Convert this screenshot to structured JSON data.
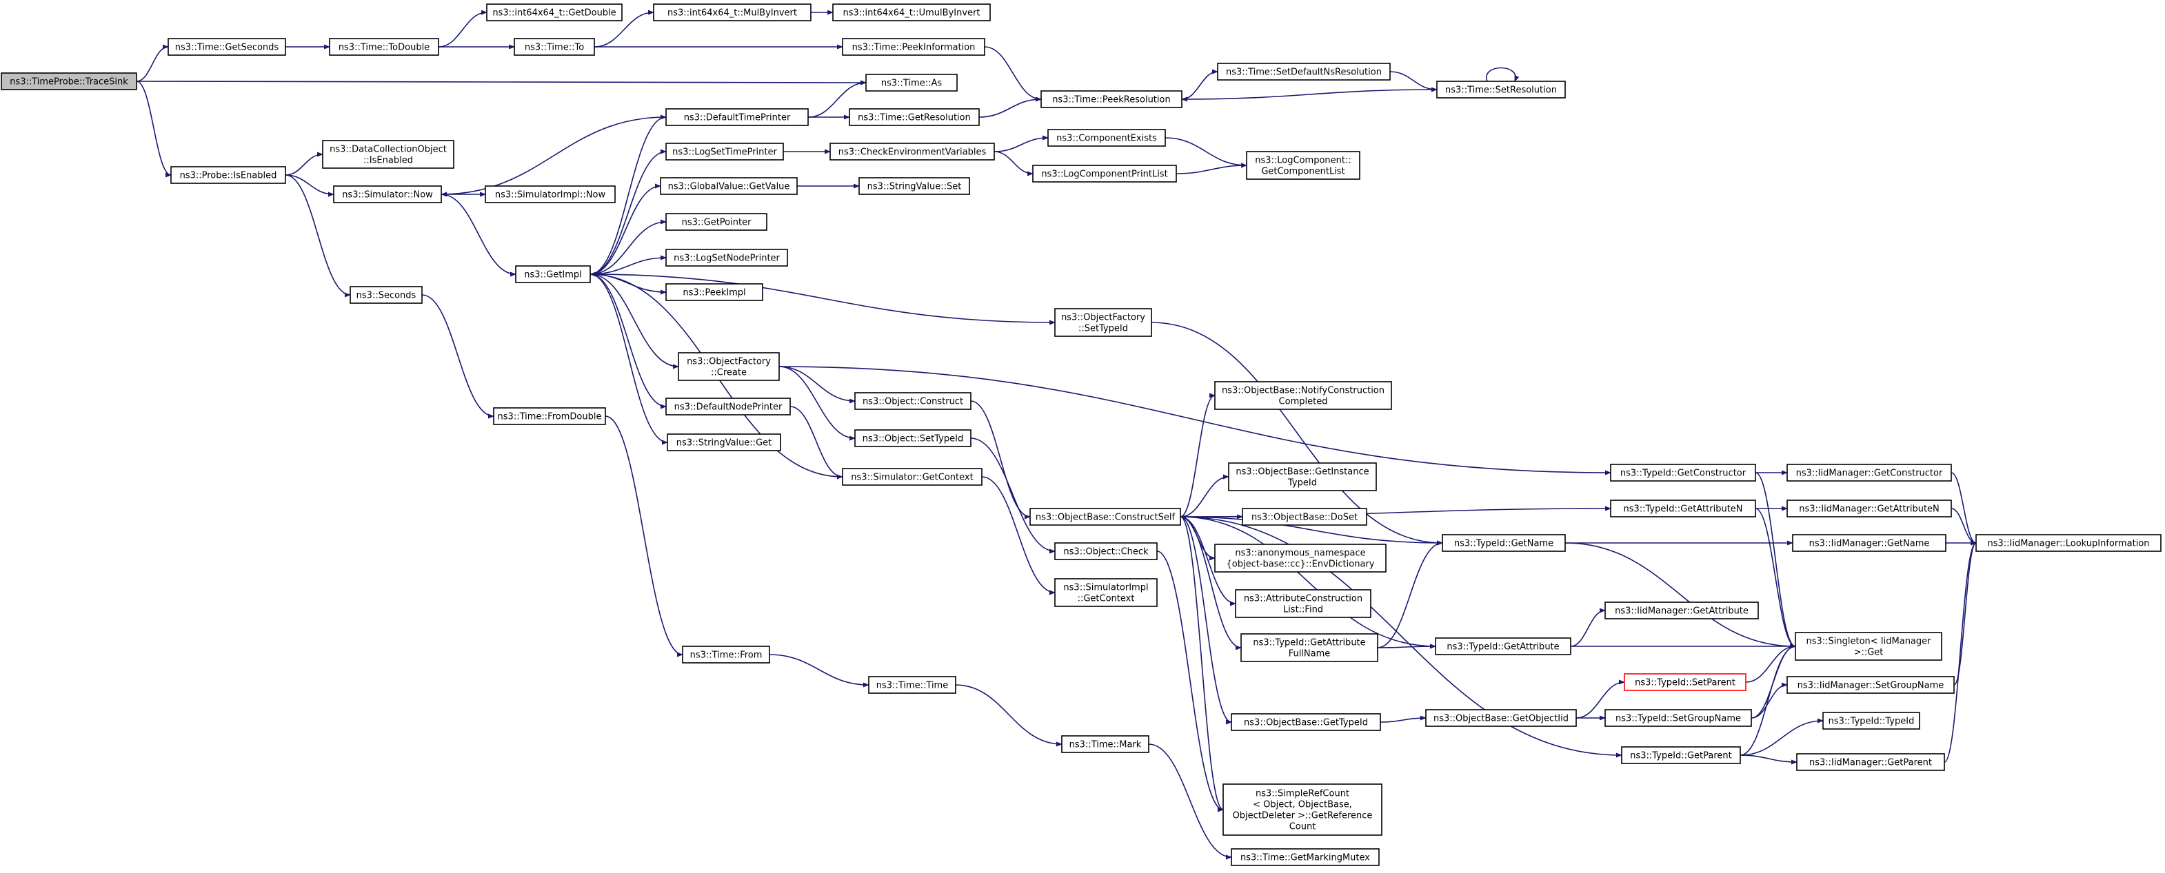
{
  "colors": {
    "edge": "#191970",
    "root_fill": "#bfbfbf",
    "highlight_border": "#ff0000"
  },
  "nodes": [
    {
      "id": "tracesink",
      "lines": [
        "ns3::TimeProbe::TraceSink"
      ],
      "root": true
    },
    {
      "id": "getseconds",
      "lines": [
        "ns3::Time::GetSeconds"
      ]
    },
    {
      "id": "todouble",
      "lines": [
        "ns3::Time::ToDouble"
      ]
    },
    {
      "id": "getdouble",
      "lines": [
        "ns3::int64x64_t::GetDouble"
      ]
    },
    {
      "id": "to",
      "lines": [
        "ns3::Time::To"
      ]
    },
    {
      "id": "mulbyinvert",
      "lines": [
        "ns3::int64x64_t::MulByInvert"
      ]
    },
    {
      "id": "umulbyinvert",
      "lines": [
        "ns3::int64x64_t::UmulByInvert"
      ]
    },
    {
      "id": "peekinformation",
      "lines": [
        "ns3::Time::PeekInformation"
      ]
    },
    {
      "id": "timeas",
      "lines": [
        "ns3::Time::As"
      ]
    },
    {
      "id": "defaulttimeprinter",
      "lines": [
        "ns3::DefaultTimePrinter"
      ]
    },
    {
      "id": "getresolution",
      "lines": [
        "ns3::Time::GetResolution"
      ]
    },
    {
      "id": "peekresolution",
      "lines": [
        "ns3::Time::PeekResolution"
      ]
    },
    {
      "id": "setdefaultnsres",
      "lines": [
        "ns3::Time::SetDefaultNsResolution"
      ]
    },
    {
      "id": "setresolution",
      "lines": [
        "ns3::Time::SetResolution"
      ]
    },
    {
      "id": "isenabled",
      "lines": [
        "ns3::Probe::IsEnabled"
      ]
    },
    {
      "id": "dcoisenabled",
      "lines": [
        "ns3::DataCollectionObject",
        "::IsEnabled"
      ]
    },
    {
      "id": "simnow",
      "lines": [
        "ns3::Simulator::Now"
      ]
    },
    {
      "id": "simimplnow",
      "lines": [
        "ns3::SimulatorImpl::Now"
      ]
    },
    {
      "id": "logsettimeprinter",
      "lines": [
        "ns3::LogSetTimePrinter"
      ]
    },
    {
      "id": "checkenv",
      "lines": [
        "ns3::CheckEnvironmentVariables"
      ]
    },
    {
      "id": "componentexists",
      "lines": [
        "ns3::ComponentExists"
      ]
    },
    {
      "id": "logcomponentprintlist",
      "lines": [
        "ns3::LogComponentPrintList"
      ]
    },
    {
      "id": "getcomponentlist",
      "lines": [
        "ns3::LogComponent::",
        "GetComponentList"
      ]
    },
    {
      "id": "globalvalueget",
      "lines": [
        "ns3::GlobalValue::GetValue"
      ]
    },
    {
      "id": "stringvalueset",
      "lines": [
        "ns3::StringValue::Set"
      ]
    },
    {
      "id": "getimpl",
      "lines": [
        "ns3::GetImpl"
      ]
    },
    {
      "id": "getpointer",
      "lines": [
        "ns3::GetPointer"
      ]
    },
    {
      "id": "logsetnodeprinter",
      "lines": [
        "ns3::LogSetNodePrinter"
      ]
    },
    {
      "id": "peekimpl",
      "lines": [
        "ns3::PeekImpl"
      ]
    },
    {
      "id": "seconds",
      "lines": [
        "ns3::Seconds"
      ]
    },
    {
      "id": "ofsettypeid",
      "lines": [
        "ns3::ObjectFactory",
        "::SetTypeId"
      ]
    },
    {
      "id": "ofcreate",
      "lines": [
        "ns3::ObjectFactory",
        "::Create"
      ]
    },
    {
      "id": "objconstruct",
      "lines": [
        "ns3::Object::Construct"
      ]
    },
    {
      "id": "defaultnodeprinter",
      "lines": [
        "ns3::DefaultNodePrinter"
      ]
    },
    {
      "id": "fromdouble",
      "lines": [
        "ns3::Time::FromDouble"
      ]
    },
    {
      "id": "objsettypeid",
      "lines": [
        "ns3::Object::SetTypeId"
      ]
    },
    {
      "id": "stringvalueget",
      "lines": [
        "ns3::StringValue::Get"
      ]
    },
    {
      "id": "simgetcontext",
      "lines": [
        "ns3::Simulator::GetContext"
      ]
    },
    {
      "id": "notifyconstruction",
      "lines": [
        "ns3::ObjectBase::NotifyConstruction",
        "Completed"
      ]
    },
    {
      "id": "getinstancetypeid",
      "lines": [
        "ns3::ObjectBase::GetInstance",
        "TypeId"
      ]
    },
    {
      "id": "constructself",
      "lines": [
        "ns3::ObjectBase::ConstructSelf"
      ]
    },
    {
      "id": "doset",
      "lines": [
        "ns3::ObjectBase::DoSet"
      ]
    },
    {
      "id": "envdictionary",
      "lines": [
        "ns3::anonymous_namespace",
        "{object-base::cc}::EnvDictionary"
      ]
    },
    {
      "id": "objcheck",
      "lines": [
        "ns3::Object::Check"
      ]
    },
    {
      "id": "simimplgetcontext",
      "lines": [
        "ns3::SimulatorImpl",
        "::GetContext"
      ]
    },
    {
      "id": "acfind",
      "lines": [
        "ns3::AttributeConstruction",
        "List::Find"
      ]
    },
    {
      "id": "typeidgetname",
      "lines": [
        "ns3::TypeId::GetName"
      ]
    },
    {
      "id": "getconstructor",
      "lines": [
        "ns3::TypeId::GetConstructor"
      ]
    },
    {
      "id": "getattributen",
      "lines": [
        "ns3::TypeId::GetAttributeN"
      ]
    },
    {
      "id": "iidgetconstructor",
      "lines": [
        "ns3::IidManager::GetConstructor"
      ]
    },
    {
      "id": "iidgetattributen",
      "lines": [
        "ns3::IidManager::GetAttributeN"
      ]
    },
    {
      "id": "iidgetname",
      "lines": [
        "ns3::IidManager::GetName"
      ]
    },
    {
      "id": "lookupinformation",
      "lines": [
        "ns3::IidManager::LookupInformation"
      ]
    },
    {
      "id": "getattrfullname",
      "lines": [
        "ns3::TypeId::GetAttribute",
        "FullName"
      ]
    },
    {
      "id": "typeidgetattribute",
      "lines": [
        "ns3::TypeId::GetAttribute"
      ]
    },
    {
      "id": "iidgetattribute",
      "lines": [
        "ns3::IidManager::GetAttribute"
      ]
    },
    {
      "id": "singletonget",
      "lines": [
        "ns3::Singleton< IidManager",
        ">::Get"
      ]
    },
    {
      "id": "timefrom",
      "lines": [
        "ns3::Time::From"
      ]
    },
    {
      "id": "settparent",
      "lines": [
        "ns3::TypeId::SetParent"
      ],
      "highlight": true
    },
    {
      "id": "timetime",
      "lines": [
        "ns3::Time::Time"
      ]
    },
    {
      "id": "iidsetgroupname",
      "lines": [
        "ns3::IidManager::SetGroupName"
      ]
    },
    {
      "id": "objgettypeid",
      "lines": [
        "ns3::ObjectBase::GetTypeId"
      ]
    },
    {
      "id": "getobjectiid",
      "lines": [
        "ns3::ObjectBase::GetObjectIid"
      ]
    },
    {
      "id": "typeidsetgroupname",
      "lines": [
        "ns3::TypeId::SetGroupName"
      ]
    },
    {
      "id": "typeidtypeid",
      "lines": [
        "ns3::TypeId::TypeId"
      ]
    },
    {
      "id": "timemark",
      "lines": [
        "ns3::Time::Mark"
      ]
    },
    {
      "id": "typeidgetparent",
      "lines": [
        "ns3::TypeId::GetParent"
      ]
    },
    {
      "id": "iidgetparent",
      "lines": [
        "ns3::IidManager::GetParent"
      ]
    },
    {
      "id": "getreferencecount",
      "lines": [
        "ns3::SimpleRefCount",
        "< Object, ObjectBase,",
        "ObjectDeleter >::GetReference",
        "Count"
      ]
    },
    {
      "id": "getmarkingmutex",
      "lines": [
        "ns3::Time::GetMarkingMutex"
      ]
    }
  ],
  "edges": [
    [
      "tracesink",
      "getseconds"
    ],
    [
      "tracesink",
      "timeas"
    ],
    [
      "tracesink",
      "isenabled"
    ],
    [
      "getseconds",
      "todouble"
    ],
    [
      "todouble",
      "getdouble"
    ],
    [
      "todouble",
      "to"
    ],
    [
      "to",
      "mulbyinvert"
    ],
    [
      "to",
      "peekinformation"
    ],
    [
      "mulbyinvert",
      "umulbyinvert"
    ],
    [
      "peekinformation",
      "peekresolution"
    ],
    [
      "isenabled",
      "dcoisenabled"
    ],
    [
      "isenabled",
      "simnow"
    ],
    [
      "isenabled",
      "seconds"
    ],
    [
      "simnow",
      "simimplnow"
    ],
    [
      "simnow",
      "getimpl"
    ],
    [
      "getimpl",
      "defaulttimeprinter"
    ],
    [
      "getimpl",
      "logsettimeprinter"
    ],
    [
      "getimpl",
      "globalvalueget"
    ],
    [
      "getimpl",
      "getpointer"
    ],
    [
      "getimpl",
      "logsetnodeprinter"
    ],
    [
      "getimpl",
      "peekimpl"
    ],
    [
      "getimpl",
      "ofsettypeid"
    ],
    [
      "getimpl",
      "ofcreate"
    ],
    [
      "getimpl",
      "defaultnodeprinter"
    ],
    [
      "getimpl",
      "stringvalueget"
    ],
    [
      "defaulttimeprinter",
      "simnow"
    ],
    [
      "defaulttimeprinter",
      "timeas"
    ],
    [
      "defaulttimeprinter",
      "getresolution"
    ],
    [
      "getresolution",
      "peekresolution"
    ],
    [
      "peekresolution",
      "setdefaultnsres"
    ],
    [
      "setdefaultnsres",
      "setresolution"
    ],
    [
      "setresolution",
      "peekresolution"
    ],
    [
      "setresolution",
      "setresolution"
    ],
    [
      "logsettimeprinter",
      "checkenv"
    ],
    [
      "checkenv",
      "componentexists"
    ],
    [
      "checkenv",
      "logcomponentprintlist"
    ],
    [
      "componentexists",
      "getcomponentlist"
    ],
    [
      "logcomponentprintlist",
      "getcomponentlist"
    ],
    [
      "globalvalueget",
      "stringvalueset"
    ],
    [
      "seconds",
      "fromdouble"
    ],
    [
      "fromdouble",
      "timefrom"
    ],
    [
      "timefrom",
      "timetime"
    ],
    [
      "timetime",
      "timemark"
    ],
    [
      "timemark",
      "getmarkingmutex"
    ],
    [
      "ofsettypeid",
      "typeidgetname"
    ],
    [
      "ofcreate",
      "objconstruct"
    ],
    [
      "ofcreate",
      "objsettypeid"
    ],
    [
      "ofcreate",
      "getconstructor"
    ],
    [
      "defaultnodeprinter",
      "simgetcontext"
    ],
    [
      "simgetcontext",
      "getimpl"
    ],
    [
      "simgetcontext",
      "simimplgetcontext"
    ],
    [
      "objconstruct",
      "constructself"
    ],
    [
      "objsettypeid",
      "objcheck"
    ],
    [
      "constructself",
      "notifyconstruction"
    ],
    [
      "constructself",
      "getinstancetypeid"
    ],
    [
      "constructself",
      "doset"
    ],
    [
      "constructself",
      "envdictionary"
    ],
    [
      "constructself",
      "acfind"
    ],
    [
      "constructself",
      "getattrfullname"
    ],
    [
      "constructself",
      "typeidgetname"
    ],
    [
      "constructself",
      "getattributen"
    ],
    [
      "constructself",
      "typeidgetattribute"
    ],
    [
      "constructself",
      "objgettypeid"
    ],
    [
      "constructself",
      "typeidgetparent"
    ],
    [
      "constructself",
      "getreferencecount"
    ],
    [
      "objcheck",
      "getreferencecount"
    ],
    [
      "getconstructor",
      "iidgetconstructor"
    ],
    [
      "getconstructor",
      "singletonget"
    ],
    [
      "getattributen",
      "iidgetattributen"
    ],
    [
      "getattributen",
      "singletonget"
    ],
    [
      "typeidgetname",
      "iidgetname"
    ],
    [
      "typeidgetname",
      "singletonget"
    ],
    [
      "getattrfullname",
      "typeidgetname"
    ],
    [
      "getattrfullname",
      "typeidgetattribute"
    ],
    [
      "typeidgetattribute",
      "iidgetattribute"
    ],
    [
      "typeidgetattribute",
      "singletonget"
    ],
    [
      "objgettypeid",
      "getobjectiid"
    ],
    [
      "getobjectiid",
      "settparent"
    ],
    [
      "getobjectiid",
      "typeidsetgroupname"
    ],
    [
      "settparent",
      "singletonget"
    ],
    [
      "typeidsetgroupname",
      "iidsetgroupname"
    ],
    [
      "typeidsetgroupname",
      "singletonget"
    ],
    [
      "typeidgetparent",
      "typeidtypeid"
    ],
    [
      "typeidgetparent",
      "iidgetparent"
    ],
    [
      "typeidgetparent",
      "singletonget"
    ],
    [
      "iidgetconstructor",
      "lookupinformation"
    ],
    [
      "iidgetattributen",
      "lookupinformation"
    ],
    [
      "iidgetname",
      "lookupinformation"
    ],
    [
      "iidsetgroupname",
      "lookupinformation"
    ],
    [
      "iidgetparent",
      "lookupinformation"
    ]
  ]
}
